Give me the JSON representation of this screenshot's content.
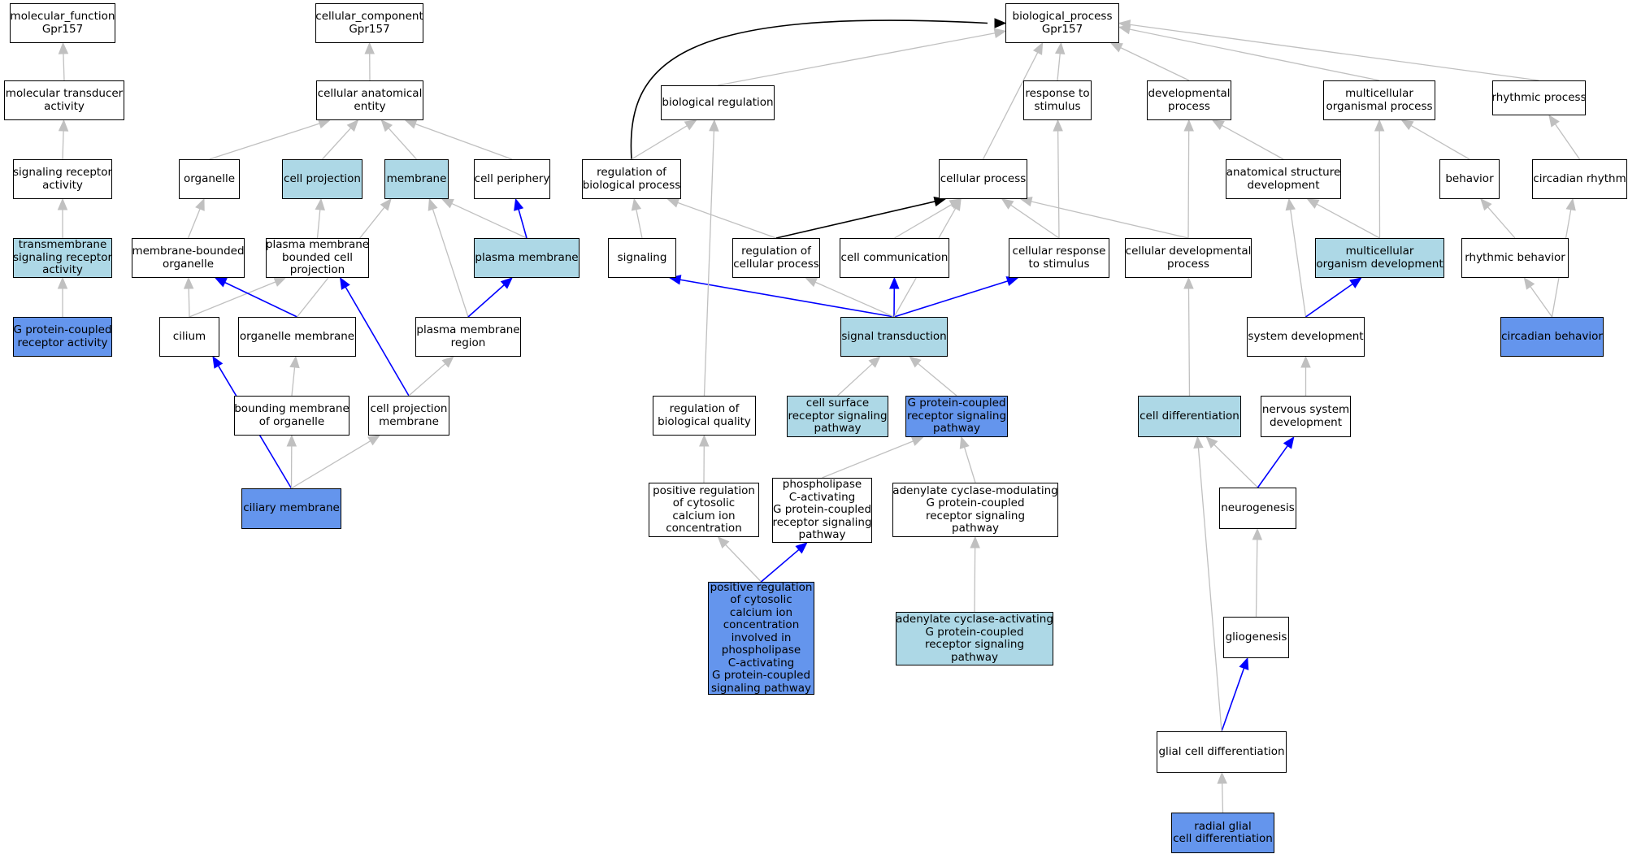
{
  "colors": {
    "light_node": "#add8e6",
    "dark_node": "#6495ed",
    "edge_default": "#c0c0c0",
    "edge_blue": "#0000ff",
    "edge_black": "#000000"
  },
  "nodes": [
    {
      "id": "mf_root",
      "lines": [
        "molecular_function",
        "Gpr157"
      ],
      "fill": "plain"
    },
    {
      "id": "cc_root",
      "lines": [
        "cellular_component",
        "Gpr157"
      ],
      "fill": "plain"
    },
    {
      "id": "bp_root",
      "lines": [
        "biological_process",
        "Gpr157"
      ],
      "fill": "plain"
    },
    {
      "id": "mol_transducer",
      "lines": [
        "molecular transducer",
        "activity"
      ],
      "fill": "plain"
    },
    {
      "id": "cell_anat_entity",
      "lines": [
        "cellular anatomical",
        "entity"
      ],
      "fill": "plain"
    },
    {
      "id": "bio_regulation",
      "lines": [
        "biological regulation"
      ],
      "fill": "plain"
    },
    {
      "id": "resp_stimulus",
      "lines": [
        "response to",
        "stimulus"
      ],
      "fill": "plain"
    },
    {
      "id": "dev_process",
      "lines": [
        "developmental",
        "process"
      ],
      "fill": "plain"
    },
    {
      "id": "multicell_process",
      "lines": [
        "multicellular",
        "organismal process"
      ],
      "fill": "plain"
    },
    {
      "id": "rhythmic_process",
      "lines": [
        "rhythmic process"
      ],
      "fill": "plain"
    },
    {
      "id": "sig_receptor_act",
      "lines": [
        "signaling receptor",
        "activity"
      ],
      "fill": "plain"
    },
    {
      "id": "organelle",
      "lines": [
        "organelle"
      ],
      "fill": "plain"
    },
    {
      "id": "cell_projection",
      "lines": [
        "cell projection"
      ],
      "fill": "light"
    },
    {
      "id": "membrane",
      "lines": [
        "membrane"
      ],
      "fill": "light"
    },
    {
      "id": "cell_periphery",
      "lines": [
        "cell periphery"
      ],
      "fill": "plain"
    },
    {
      "id": "reg_bio_process",
      "lines": [
        "regulation of",
        "biological process"
      ],
      "fill": "plain"
    },
    {
      "id": "cellular_process",
      "lines": [
        "cellular process"
      ],
      "fill": "plain"
    },
    {
      "id": "anat_struct_dev",
      "lines": [
        "anatomical structure",
        "development"
      ],
      "fill": "plain"
    },
    {
      "id": "behavior",
      "lines": [
        "behavior"
      ],
      "fill": "plain"
    },
    {
      "id": "circadian_rhythm",
      "lines": [
        "circadian rhythm"
      ],
      "fill": "plain"
    },
    {
      "id": "tm_sig_receptor",
      "lines": [
        "transmembrane",
        "signaling receptor",
        "activity"
      ],
      "fill": "light"
    },
    {
      "id": "mem_bounded_org",
      "lines": [
        "membrane-bounded",
        "organelle"
      ],
      "fill": "plain"
    },
    {
      "id": "pm_bounded_proj",
      "lines": [
        "plasma membrane",
        "bounded cell",
        "projection"
      ],
      "fill": "plain"
    },
    {
      "id": "plasma_membrane",
      "lines": [
        "plasma membrane"
      ],
      "fill": "light"
    },
    {
      "id": "signaling",
      "lines": [
        "signaling"
      ],
      "fill": "plain"
    },
    {
      "id": "reg_cell_process",
      "lines": [
        "regulation of",
        "cellular process"
      ],
      "fill": "plain"
    },
    {
      "id": "cell_communication",
      "lines": [
        "cell communication"
      ],
      "fill": "plain"
    },
    {
      "id": "cell_resp_stimulus",
      "lines": [
        "cellular response",
        "to stimulus"
      ],
      "fill": "plain"
    },
    {
      "id": "cell_dev_process",
      "lines": [
        "cellular developmental",
        "process"
      ],
      "fill": "plain"
    },
    {
      "id": "multicell_org_dev",
      "lines": [
        "multicellular",
        "organism development"
      ],
      "fill": "light"
    },
    {
      "id": "rhythmic_behavior",
      "lines": [
        "rhythmic behavior"
      ],
      "fill": "plain"
    },
    {
      "id": "gpcr_activity",
      "lines": [
        "G protein-coupled",
        "receptor activity"
      ],
      "fill": "dark"
    },
    {
      "id": "cilium",
      "lines": [
        "cilium"
      ],
      "fill": "plain"
    },
    {
      "id": "organelle_membrane",
      "lines": [
        "organelle membrane"
      ],
      "fill": "plain"
    },
    {
      "id": "pm_region",
      "lines": [
        "plasma membrane",
        "region"
      ],
      "fill": "plain"
    },
    {
      "id": "signal_transduction",
      "lines": [
        "signal transduction"
      ],
      "fill": "light"
    },
    {
      "id": "system_dev",
      "lines": [
        "system development"
      ],
      "fill": "plain"
    },
    {
      "id": "circadian_behavior",
      "lines": [
        "circadian behavior"
      ],
      "fill": "dark"
    },
    {
      "id": "bounding_membrane",
      "lines": [
        "bounding membrane",
        "of organelle"
      ],
      "fill": "plain"
    },
    {
      "id": "cell_proj_membrane",
      "lines": [
        "cell projection",
        "membrane"
      ],
      "fill": "plain"
    },
    {
      "id": "reg_bio_quality",
      "lines": [
        "regulation of",
        "biological quality"
      ],
      "fill": "plain"
    },
    {
      "id": "cell_surface_sig",
      "lines": [
        "cell surface",
        "receptor signaling",
        "pathway"
      ],
      "fill": "light"
    },
    {
      "id": "gpcr_sig_pathway",
      "lines": [
        "G protein-coupled",
        "receptor signaling",
        "pathway"
      ],
      "fill": "dark"
    },
    {
      "id": "cell_differentiation",
      "lines": [
        "cell differentiation"
      ],
      "fill": "light"
    },
    {
      "id": "nervous_sys_dev",
      "lines": [
        "nervous system",
        "development"
      ],
      "fill": "plain"
    },
    {
      "id": "ciliary_membrane",
      "lines": [
        "ciliary membrane"
      ],
      "fill": "dark"
    },
    {
      "id": "pos_reg_cyt_ca",
      "lines": [
        "positive regulation",
        "of cytosolic",
        "calcium ion",
        "concentration"
      ],
      "fill": "plain"
    },
    {
      "id": "plc_gpcr",
      "lines": [
        "phospholipase",
        "C-activating",
        "G protein-coupled",
        "receptor signaling",
        "pathway"
      ],
      "fill": "plain"
    },
    {
      "id": "ac_mod_gpcr",
      "lines": [
        "adenylate cyclase-modulating",
        "G protein-coupled",
        "receptor signaling",
        "pathway"
      ],
      "fill": "plain"
    },
    {
      "id": "neurogenesis",
      "lines": [
        "neurogenesis"
      ],
      "fill": "plain"
    },
    {
      "id": "pos_reg_ca_plc",
      "lines": [
        "positive regulation",
        "of cytosolic",
        "calcium ion",
        "concentration",
        "involved in",
        "phospholipase",
        "C-activating",
        "G protein-coupled",
        "signaling pathway"
      ],
      "fill": "dark"
    },
    {
      "id": "ac_act_gpcr",
      "lines": [
        "adenylate cyclase-activating",
        "G protein-coupled",
        "receptor signaling",
        "pathway"
      ],
      "fill": "light"
    },
    {
      "id": "gliogenesis",
      "lines": [
        "gliogenesis"
      ],
      "fill": "plain"
    },
    {
      "id": "glial_cell_diff",
      "lines": [
        "glial cell differentiation"
      ],
      "fill": "plain"
    },
    {
      "id": "radial_glial_diff",
      "lines": [
        "radial glial",
        "cell differentiation"
      ],
      "fill": "dark"
    }
  ],
  "edges": [
    {
      "from": "mol_transducer",
      "to": "mf_root",
      "kind": "default"
    },
    {
      "from": "sig_receptor_act",
      "to": "mol_transducer",
      "kind": "default"
    },
    {
      "from": "tm_sig_receptor",
      "to": "sig_receptor_act",
      "kind": "default"
    },
    {
      "from": "gpcr_activity",
      "to": "tm_sig_receptor",
      "kind": "default"
    },
    {
      "from": "cell_anat_entity",
      "to": "cc_root",
      "kind": "default"
    },
    {
      "from": "organelle",
      "to": "cell_anat_entity",
      "kind": "default"
    },
    {
      "from": "cell_projection",
      "to": "cell_anat_entity",
      "kind": "default"
    },
    {
      "from": "membrane",
      "to": "cell_anat_entity",
      "kind": "default"
    },
    {
      "from": "cell_periphery",
      "to": "cell_anat_entity",
      "kind": "default"
    },
    {
      "from": "mem_bounded_org",
      "to": "organelle",
      "kind": "default"
    },
    {
      "from": "pm_bounded_proj",
      "to": "cell_projection",
      "kind": "default"
    },
    {
      "from": "plasma_membrane",
      "to": "membrane",
      "kind": "default"
    },
    {
      "from": "plasma_membrane",
      "to": "cell_periphery",
      "kind": "blue"
    },
    {
      "from": "cilium",
      "to": "mem_bounded_org",
      "kind": "default"
    },
    {
      "from": "cilium",
      "to": "pm_bounded_proj",
      "kind": "default"
    },
    {
      "from": "organelle_membrane",
      "to": "mem_bounded_org",
      "kind": "blue"
    },
    {
      "from": "organelle_membrane",
      "to": "membrane",
      "kind": "default"
    },
    {
      "from": "pm_region",
      "to": "membrane",
      "kind": "default"
    },
    {
      "from": "pm_region",
      "to": "plasma_membrane",
      "kind": "blue"
    },
    {
      "from": "bounding_membrane",
      "to": "organelle_membrane",
      "kind": "default"
    },
    {
      "from": "cell_proj_membrane",
      "to": "pm_bounded_proj",
      "kind": "blue"
    },
    {
      "from": "cell_proj_membrane",
      "to": "pm_region",
      "kind": "default"
    },
    {
      "from": "ciliary_membrane",
      "to": "cilium",
      "kind": "blue"
    },
    {
      "from": "ciliary_membrane",
      "to": "bounding_membrane",
      "kind": "default"
    },
    {
      "from": "ciliary_membrane",
      "to": "cell_proj_membrane",
      "kind": "default"
    },
    {
      "from": "bio_regulation",
      "to": "bp_root",
      "kind": "default"
    },
    {
      "from": "resp_stimulus",
      "to": "bp_root",
      "kind": "default"
    },
    {
      "from": "dev_process",
      "to": "bp_root",
      "kind": "default"
    },
    {
      "from": "multicell_process",
      "to": "bp_root",
      "kind": "default"
    },
    {
      "from": "rhythmic_process",
      "to": "bp_root",
      "kind": "default"
    },
    {
      "from": "reg_bio_process",
      "to": "bp_root",
      "kind": "black"
    },
    {
      "from": "reg_bio_process",
      "to": "bio_regulation",
      "kind": "default"
    },
    {
      "from": "cellular_process",
      "to": "bp_root",
      "kind": "default"
    },
    {
      "from": "anat_struct_dev",
      "to": "dev_process",
      "kind": "default"
    },
    {
      "from": "behavior",
      "to": "multicell_process",
      "kind": "default"
    },
    {
      "from": "circadian_rhythm",
      "to": "rhythmic_process",
      "kind": "default"
    },
    {
      "from": "signaling",
      "to": "reg_bio_process",
      "kind": "default"
    },
    {
      "from": "reg_cell_process",
      "to": "reg_bio_process",
      "kind": "default"
    },
    {
      "from": "reg_cell_process",
      "to": "cellular_process",
      "kind": "black"
    },
    {
      "from": "cell_communication",
      "to": "cellular_process",
      "kind": "default"
    },
    {
      "from": "cell_resp_stimulus",
      "to": "cellular_process",
      "kind": "default"
    },
    {
      "from": "cell_resp_stimulus",
      "to": "resp_stimulus",
      "kind": "default"
    },
    {
      "from": "cell_dev_process",
      "to": "cellular_process",
      "kind": "default"
    },
    {
      "from": "cell_dev_process",
      "to": "dev_process",
      "kind": "default"
    },
    {
      "from": "multicell_org_dev",
      "to": "anat_struct_dev",
      "kind": "default"
    },
    {
      "from": "multicell_org_dev",
      "to": "multicell_process",
      "kind": "default"
    },
    {
      "from": "rhythmic_behavior",
      "to": "behavior",
      "kind": "default"
    },
    {
      "from": "signal_transduction",
      "to": "signaling",
      "kind": "blue"
    },
    {
      "from": "signal_transduction",
      "to": "reg_cell_process",
      "kind": "default"
    },
    {
      "from": "signal_transduction",
      "to": "cell_communication",
      "kind": "blue"
    },
    {
      "from": "signal_transduction",
      "to": "cell_resp_stimulus",
      "kind": "blue"
    },
    {
      "from": "signal_transduction",
      "to": "cellular_process",
      "kind": "default"
    },
    {
      "from": "system_dev",
      "to": "anat_struct_dev",
      "kind": "default"
    },
    {
      "from": "system_dev",
      "to": "multicell_org_dev",
      "kind": "blue"
    },
    {
      "from": "circadian_behavior",
      "to": "rhythmic_behavior",
      "kind": "default"
    },
    {
      "from": "circadian_behavior",
      "to": "circadian_rhythm",
      "kind": "default"
    },
    {
      "from": "reg_bio_quality",
      "to": "bio_regulation",
      "kind": "default"
    },
    {
      "from": "cell_surface_sig",
      "to": "signal_transduction",
      "kind": "default"
    },
    {
      "from": "gpcr_sig_pathway",
      "to": "signal_transduction",
      "kind": "default"
    },
    {
      "from": "cell_differentiation",
      "to": "cell_dev_process",
      "kind": "default"
    },
    {
      "from": "nervous_sys_dev",
      "to": "system_dev",
      "kind": "default"
    },
    {
      "from": "pos_reg_cyt_ca",
      "to": "reg_bio_quality",
      "kind": "default"
    },
    {
      "from": "plc_gpcr",
      "to": "gpcr_sig_pathway",
      "kind": "default"
    },
    {
      "from": "ac_mod_gpcr",
      "to": "gpcr_sig_pathway",
      "kind": "default"
    },
    {
      "from": "neurogenesis",
      "to": "cell_differentiation",
      "kind": "default"
    },
    {
      "from": "neurogenesis",
      "to": "nervous_sys_dev",
      "kind": "blue"
    },
    {
      "from": "pos_reg_ca_plc",
      "to": "pos_reg_cyt_ca",
      "kind": "default"
    },
    {
      "from": "pos_reg_ca_plc",
      "to": "plc_gpcr",
      "kind": "blue"
    },
    {
      "from": "ac_act_gpcr",
      "to": "ac_mod_gpcr",
      "kind": "default"
    },
    {
      "from": "gliogenesis",
      "to": "neurogenesis",
      "kind": "default"
    },
    {
      "from": "glial_cell_diff",
      "to": "gliogenesis",
      "kind": "blue"
    },
    {
      "from": "glial_cell_diff",
      "to": "cell_differentiation",
      "kind": "default"
    },
    {
      "from": "radial_glial_diff",
      "to": "glial_cell_diff",
      "kind": "default"
    }
  ]
}
